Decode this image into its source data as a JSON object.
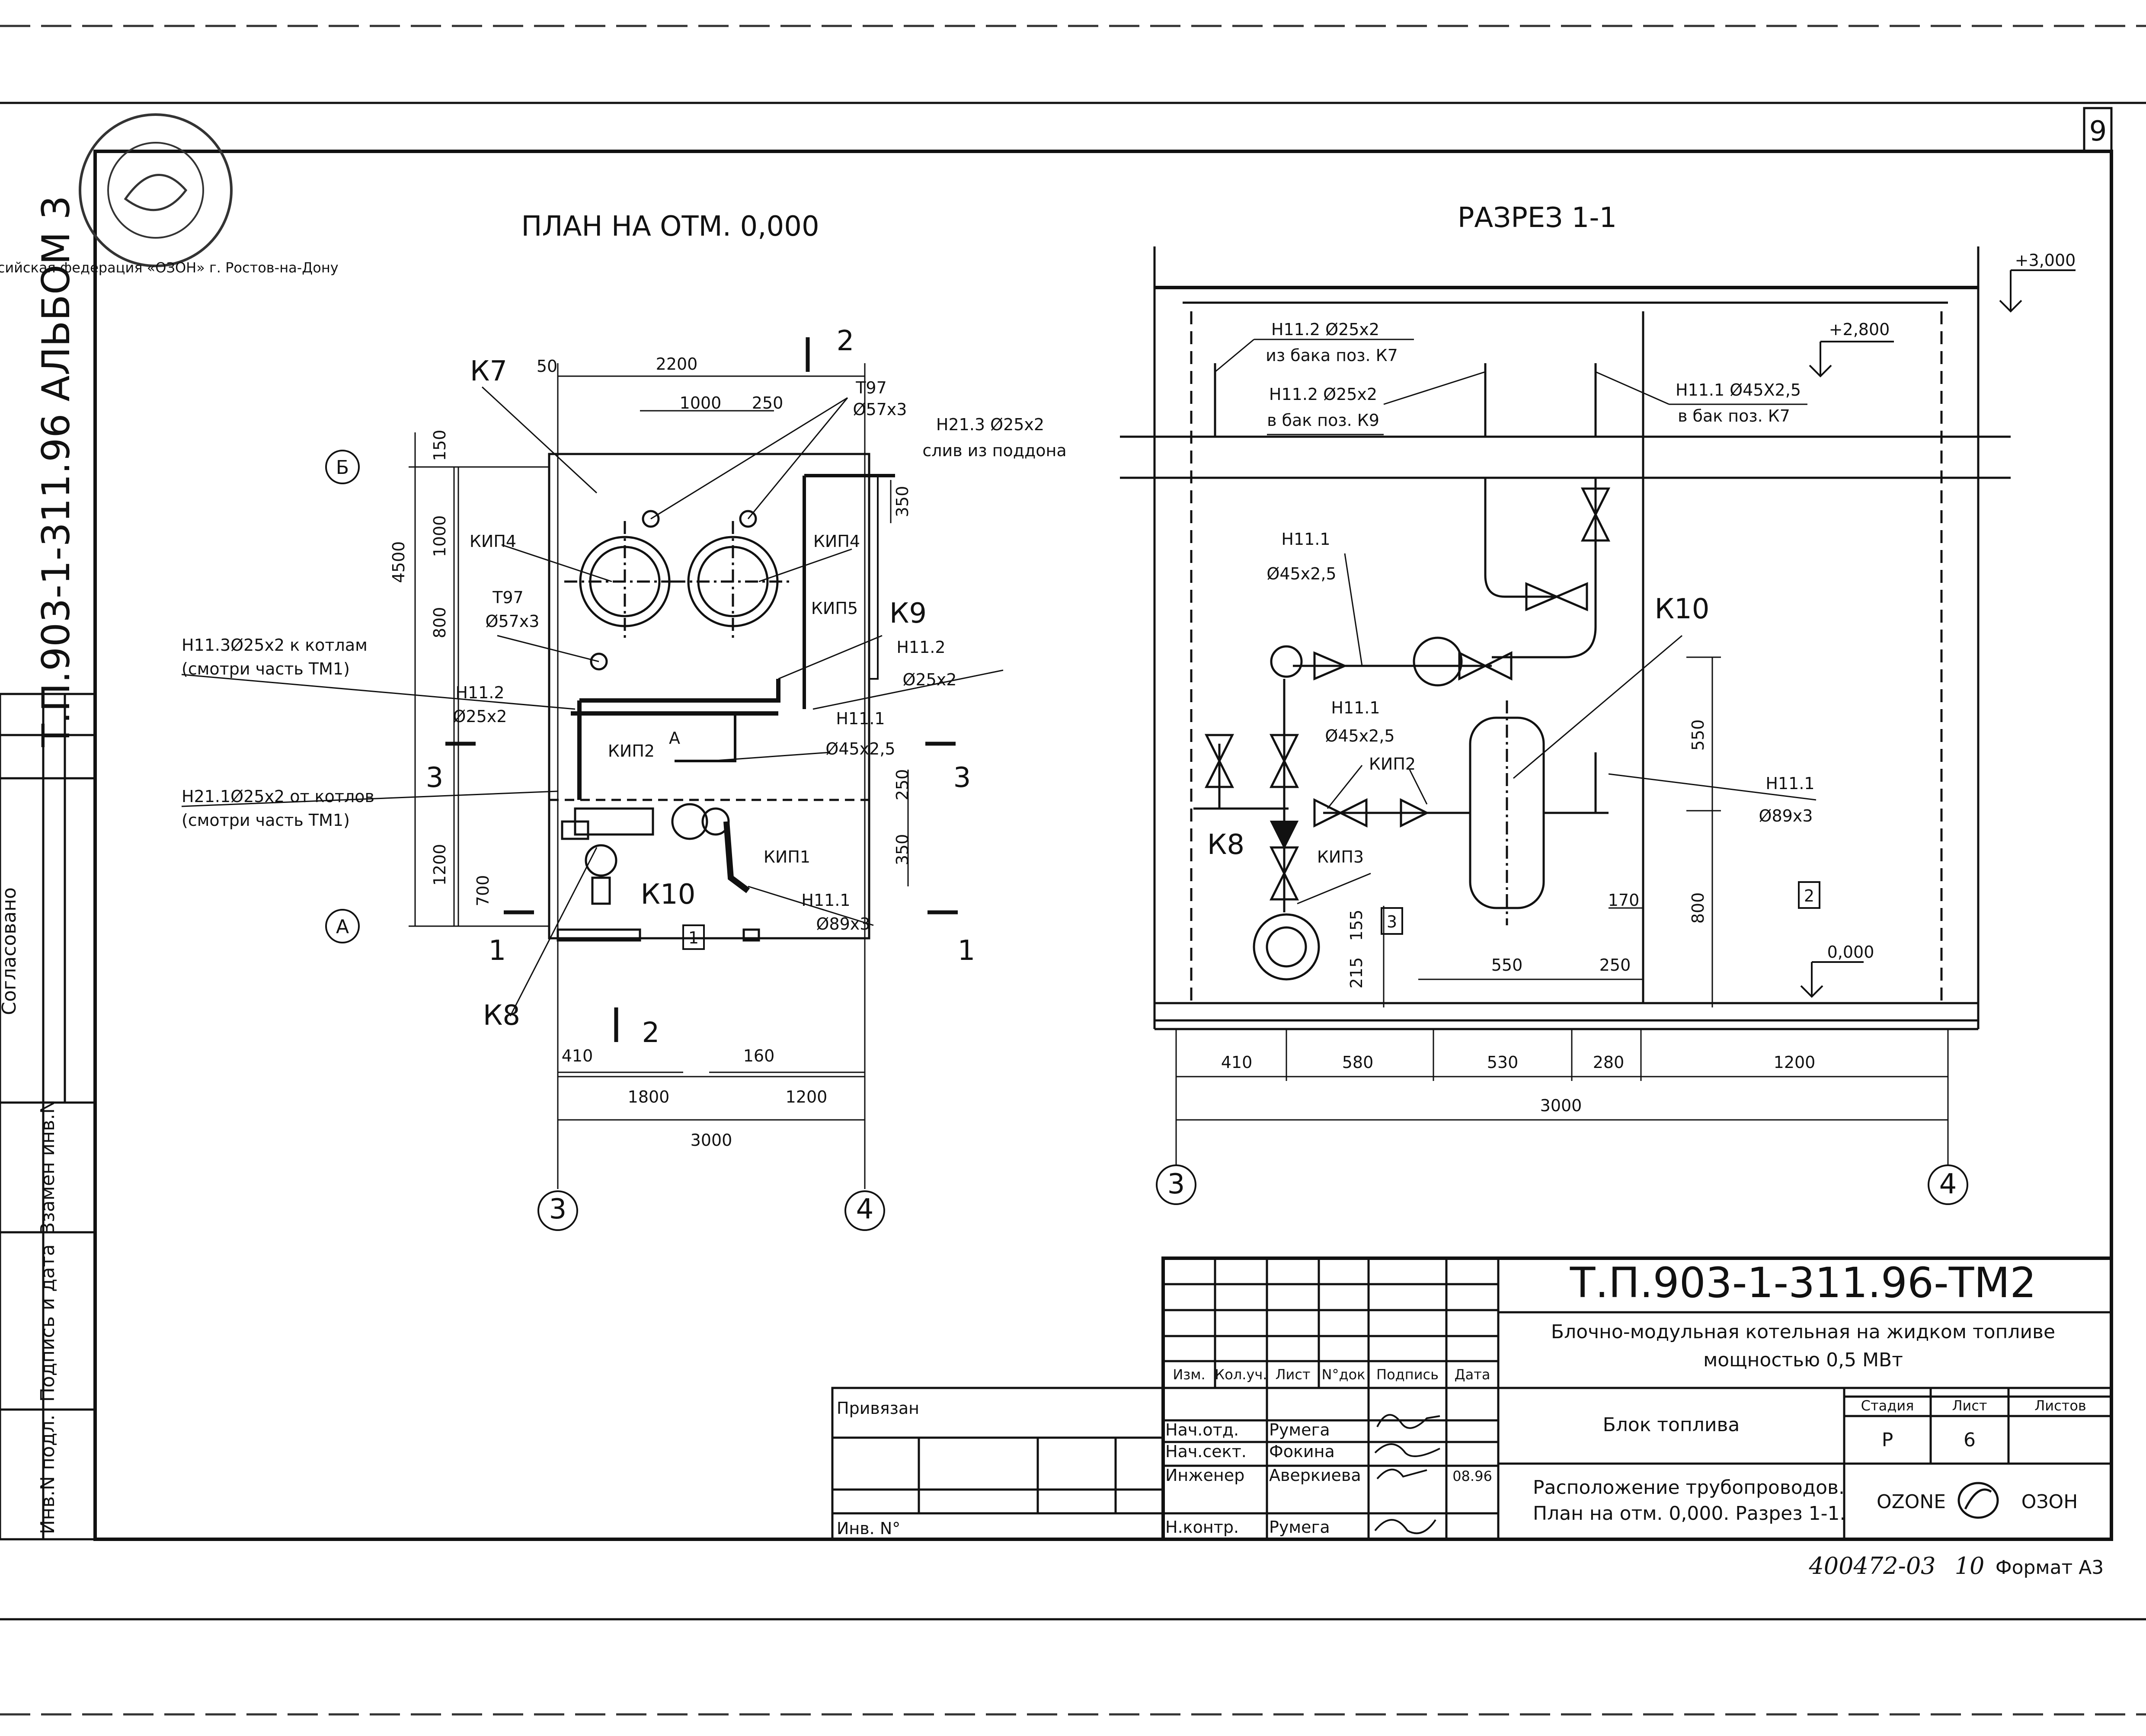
{
  "sheet": {
    "number": "9",
    "side_text": "Т.П.903-1-311.96    АЛЬБОМ 3",
    "stamp": "Российская федерация «ОЗОН» г. Ростов-на-Дону",
    "left_column": [
      "Согласовано",
      "Взамен инв.N",
      "Подпись и дата",
      "Инв.N подл."
    ],
    "format": "Формат А3",
    "inventory": "400472-03",
    "inventory_suffix": "10"
  },
  "plan": {
    "title": "ПЛАН  НА  ОТМ. 0,000",
    "axes": [
      "Б",
      "А",
      "3",
      "4"
    ],
    "section_marks": [
      "1",
      "1",
      "2",
      "2",
      "3",
      "3"
    ],
    "labels": {
      "k7": "К7",
      "k9": "К9",
      "k8": "К8",
      "k10": "К10",
      "kip4a": "КИП4",
      "kip4b": "КИП4",
      "kip5": "КИП5",
      "kip2": "КИП2",
      "kip1": "КИП1",
      "t97a": "Т97",
      "t97a_d": "Ø57х3",
      "t97b": "Т97",
      "t97b_d": "Ø57х3",
      "h213": "Н21.3  Ø25х2",
      "h213_note": "слив из поддона",
      "h112": "Н11.2",
      "h112_d": "Ø25х2",
      "h112b": "Н11.2",
      "h112b_d": "Ø25х2",
      "h111": "Н11.1",
      "h111_d": "Ø45х2,5",
      "h111b": "Н11.1",
      "h111b_d": "Ø89х3",
      "h113": "Н11.3Ø25х2 к котлам",
      "h113_note": "(смотри часть ТМ1)",
      "h211": "Н21.1Ø25х2  от котлов",
      "h211_note": "(смотри часть ТМ1)",
      "arrow_a": "А",
      "tag1": "1"
    },
    "dims": {
      "d50": "50",
      "d2200": "2200",
      "d1000": "1000",
      "d250": "250",
      "d150": "150",
      "d1000v": "1000",
      "d4500": "4500",
      "d800": "800",
      "d1200": "1200",
      "d700": "700",
      "d350a": "350",
      "d250b": "250",
      "d350b": "350",
      "d410": "410",
      "d160": "160",
      "d1800": "1800",
      "d1200b": "1200",
      "d3000": "3000"
    }
  },
  "section": {
    "title": "РАЗРЕЗ  1-1",
    "axes": [
      "3",
      "4"
    ],
    "levels": [
      "+3,000",
      "+2,800",
      "0,000"
    ],
    "labels": {
      "h112a": "Н11.2  Ø25х2",
      "h112a_note": "из бака поз. К7",
      "h112b": "Н11.2  Ø25х2",
      "h112b_note": "в бак поз. К9",
      "h111a": "Н11.1  Ø45Х2,5",
      "h111a_note": "в бак поз. К7",
      "h111b": "Н11.1",
      "h111b_d": "Ø45х2,5",
      "h111c": "Н11.1",
      "h111c_d": "Ø45х2,5",
      "h111d": "Н11.1",
      "h111d_d": "Ø89х3",
      "k10": "К10",
      "k8": "К8",
      "kip2": "КИП2",
      "kip3": "КИП3",
      "tag3": "3",
      "tag2": "2"
    },
    "dims": {
      "d550v": "550",
      "d800v": "800",
      "d155": "155",
      "d215": "215",
      "d170": "170",
      "d550": "550",
      "d250": "250",
      "d410": "410",
      "d580": "580",
      "d530": "530",
      "d280": "280",
      "d1200": "1200",
      "d3000": "3000"
    }
  },
  "title_block": {
    "code": "Т.П.903-1-311.96-ТМ2",
    "project_line1": "Блочно-модульная котельная на жидком топливе",
    "project_line2": "мощностью 0,5 МВт",
    "part": "Блок топлива",
    "sheet_title1": "Расположение трубопроводов.",
    "sheet_title2": "План на отм. 0,000. Разрез 1-1.",
    "stage_h": "Стадия",
    "sheet_h": "Лист",
    "sheets_h": "Листов",
    "stage": "Р",
    "sheet": "6",
    "sheets": "",
    "headers": [
      "Изм.",
      "Кол.уч.",
      "Лист",
      "N°док",
      "Подпись",
      "Дата"
    ],
    "people": [
      {
        "role": "Нач.отд.",
        "name": "Румега"
      },
      {
        "role": "Нач.сект.",
        "name": "Фокина"
      },
      {
        "role": "Инженер",
        "name": "Аверкиева"
      },
      {
        "role": "Н.контр.",
        "name": "Румега"
      }
    ],
    "date": "08.96",
    "bound": "Привязан",
    "inv": "Инв. N°",
    "logo": "OZONE",
    "logo2": "ОЗОН"
  }
}
